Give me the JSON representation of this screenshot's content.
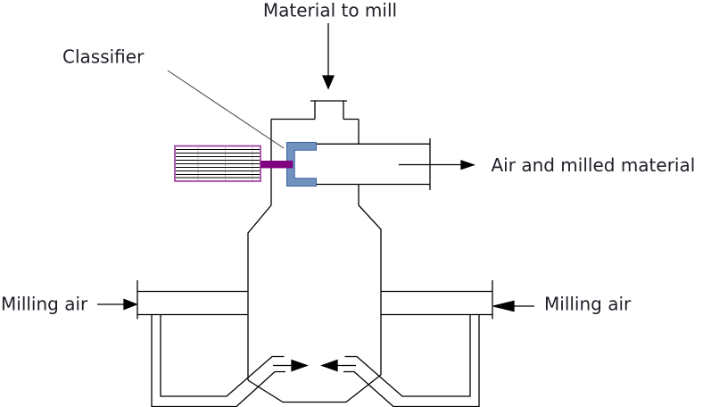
{
  "diagram": {
    "labels": {
      "material_to_mill": "Material to mill",
      "classifier": "Classifier",
      "air_and_milled_material": "Air and milled material",
      "milling_air_left": "Milling air",
      "milling_air_right": "Milling air"
    },
    "colors": {
      "line": "#000000",
      "text": "#1e1e28",
      "motor_border": "#993399",
      "shaft_fill": "#800080",
      "classifier_fill": "#7092be",
      "classifier_border": "#3f5f9e",
      "background": "#ffffff"
    }
  }
}
